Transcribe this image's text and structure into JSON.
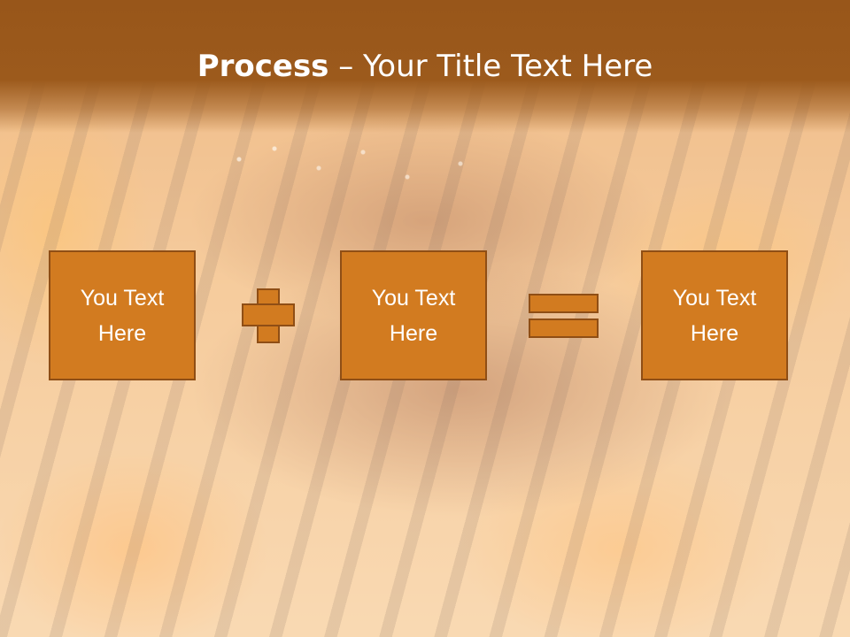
{
  "slide": {
    "title_bold": "Process",
    "title_rest": " – Your Title Text Here"
  },
  "process": {
    "boxes": [
      {
        "text": "You Text\nHere"
      },
      {
        "text": "You Text\nHere"
      },
      {
        "text": "You Text\nHere"
      }
    ]
  },
  "colors": {
    "title_band": "#9c5a1c",
    "box_fill": "#d27b20",
    "box_border": "#8f4e15",
    "text": "#ffffff"
  },
  "icons": {
    "operator_1": "plus-icon",
    "operator_2": "equals-icon"
  }
}
